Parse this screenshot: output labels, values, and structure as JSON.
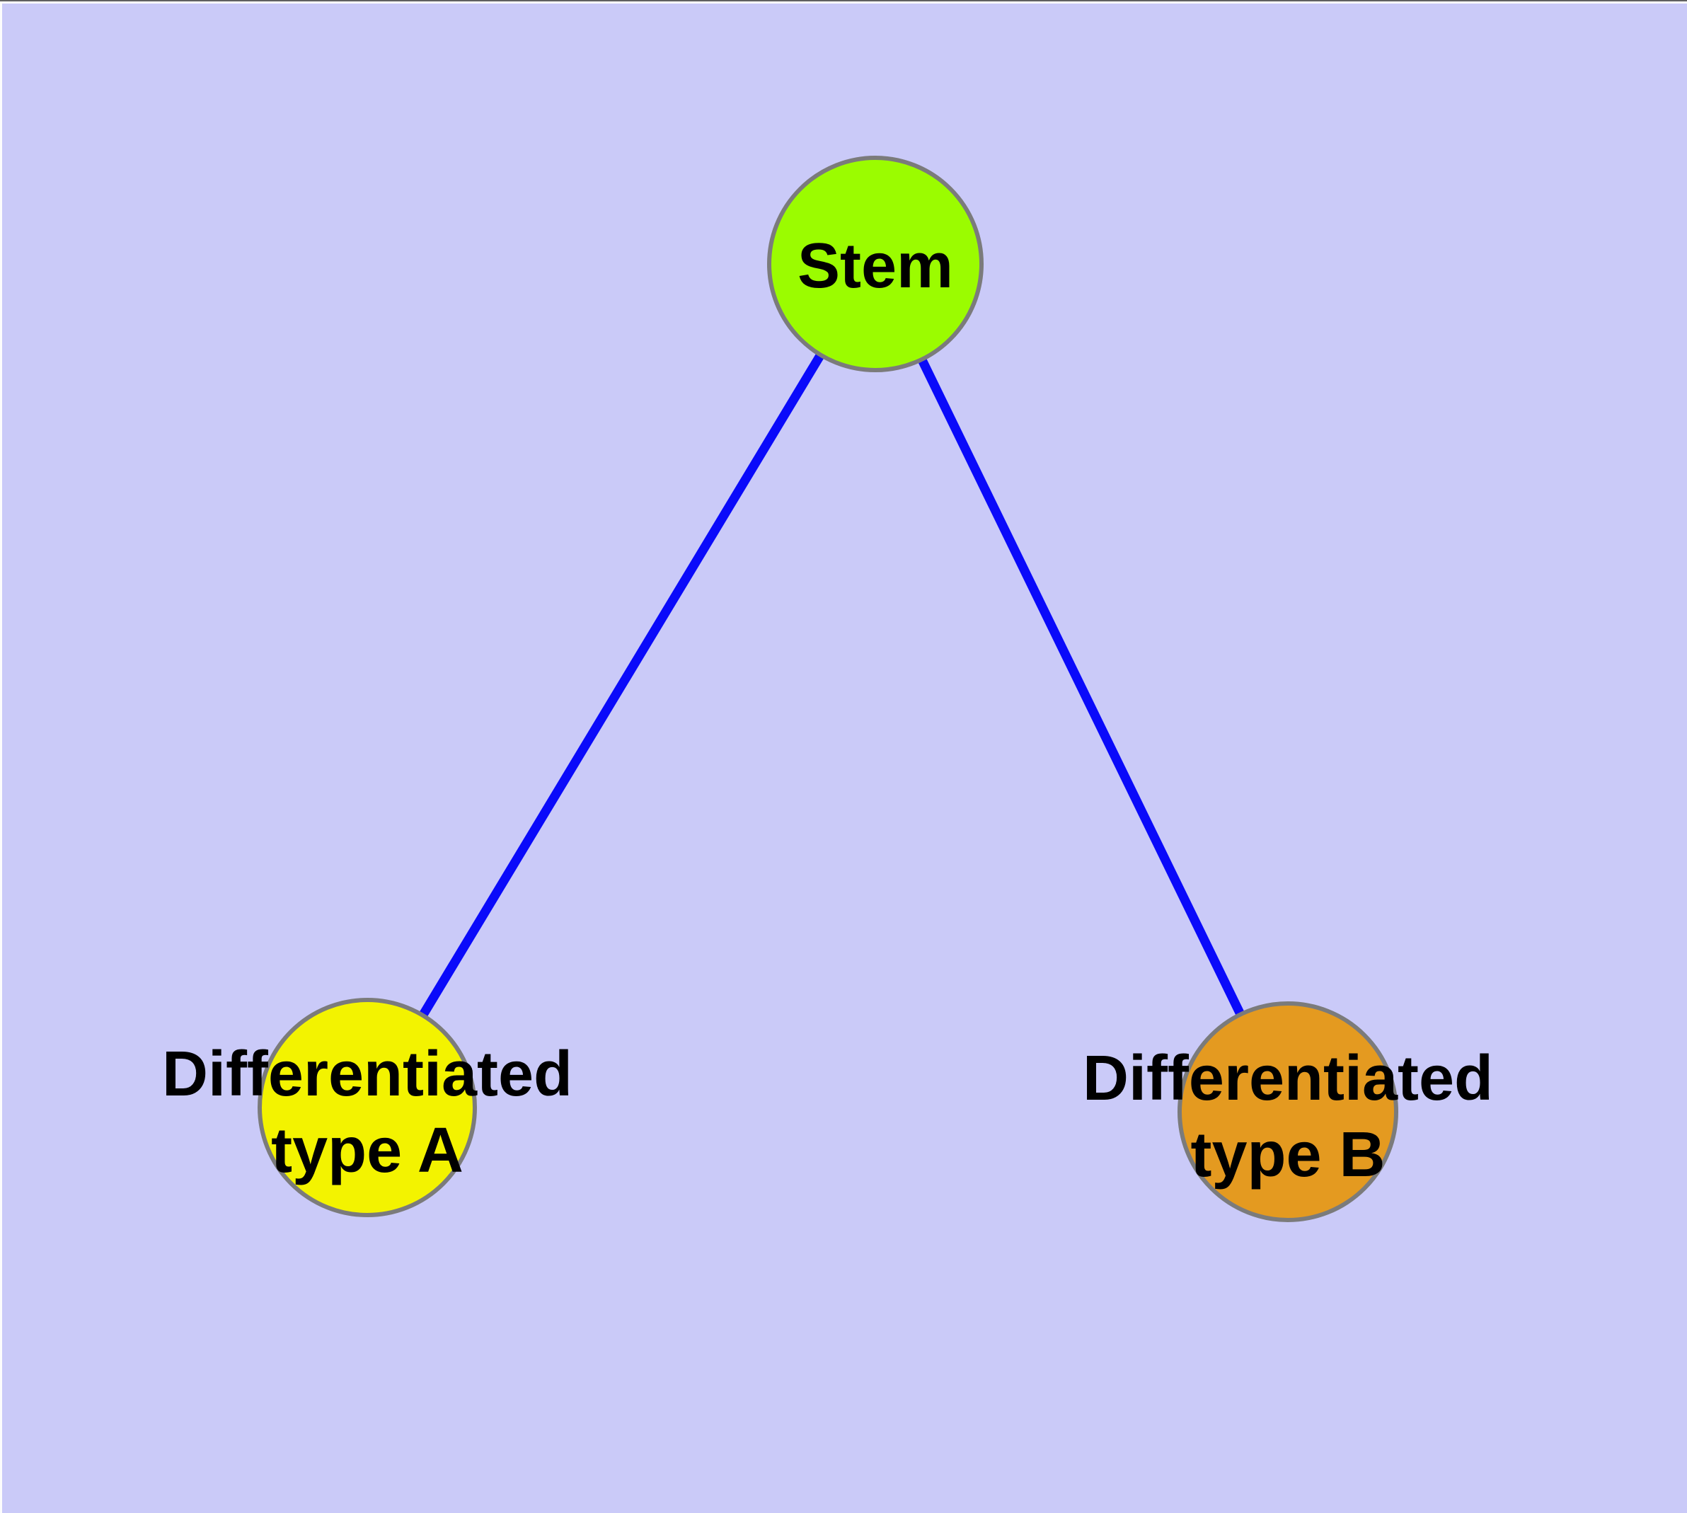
{
  "canvas": {
    "background_color": "#cacaf8",
    "window_top_line_color": "#606060",
    "window_edge_color": "#fcfcfc"
  },
  "graph": {
    "node_border_color": "#7b7b7b",
    "edge_color": "#0a0afa",
    "label_color": "#000000",
    "nodes": [
      {
        "id": "stem",
        "label": "Stem",
        "fill": "#9bfc00"
      },
      {
        "id": "differentiated-type-a",
        "label": "Differentiated type A",
        "label_lines": [
          "Differentiated",
          "type A"
        ],
        "fill": "#f3f300"
      },
      {
        "id": "differentiated-type-b",
        "label": "Differentiated type B",
        "label_lines": [
          "Differentiated",
          "type B"
        ],
        "fill": "#e49a20"
      }
    ],
    "edges": [
      {
        "from": "stem",
        "to": "differentiated-type-a"
      },
      {
        "from": "stem",
        "to": "differentiated-type-b"
      }
    ]
  }
}
